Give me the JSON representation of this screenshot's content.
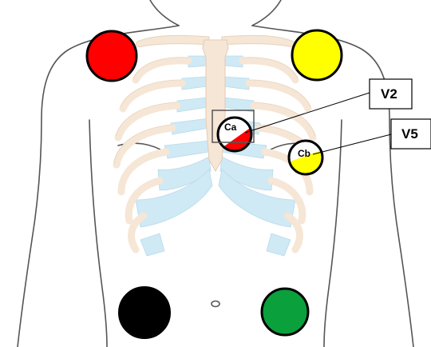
{
  "labels": {
    "v2": "V2",
    "v5": "V5",
    "ca": "Ca",
    "cb": "Cb"
  },
  "colors": {
    "red": "#ff0000",
    "yellow": "#ffff00",
    "black": "#000000",
    "green": "#0aa03c",
    "bone": "#f6e6d6",
    "cartilage": "#cfe9f5"
  },
  "electrodes": [
    {
      "name": "right-arm-electrode",
      "color": "red"
    },
    {
      "name": "left-arm-electrode",
      "color": "yellow"
    },
    {
      "name": "chest-electrode-ca",
      "color": "red/white"
    },
    {
      "name": "chest-electrode-cb",
      "color": "yellow/white"
    },
    {
      "name": "right-leg-electrode",
      "color": "black"
    },
    {
      "name": "left-leg-electrode",
      "color": "green"
    }
  ]
}
